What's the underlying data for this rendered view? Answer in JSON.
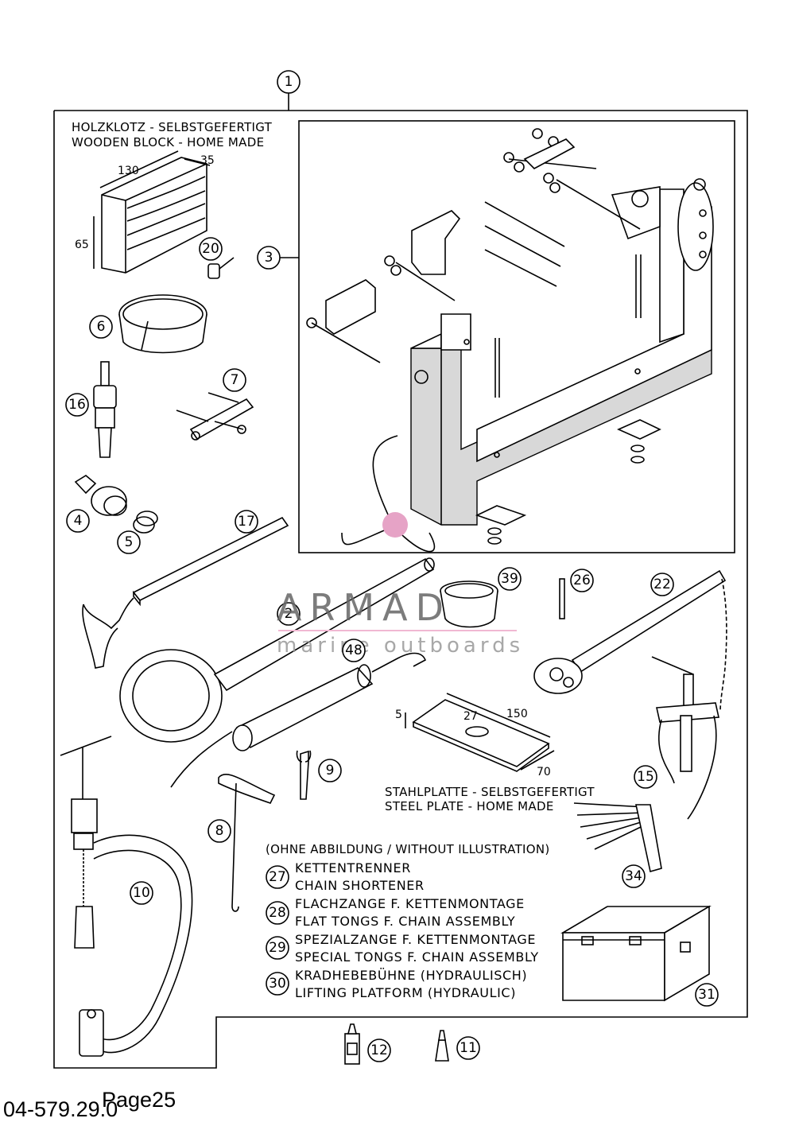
{
  "page": {
    "doc_number": "04-579.29.0",
    "page_label": "Page25"
  },
  "watermark": {
    "brand": "ARMADA",
    "tagline": "marine outboards",
    "logo_color": "#e8a7c8",
    "logo_center_color": "#e6a3c6"
  },
  "notes": {
    "wooden_block_de": "HOLZKLOTZ - SELBSTGEFERTIGT",
    "wooden_block_en": "WOODEN BLOCK - HOME MADE",
    "steel_plate_de": "STAHLPLATTE - SELBSTGEFERTIGT",
    "steel_plate_en": "STEEL PLATE - HOME MADE",
    "without_illustration": "(OHNE ABBILDUNG / WITHOUT ILLUSTRATION)"
  },
  "dimensions": {
    "block_length": "130",
    "block_width": "35",
    "block_height": "65",
    "plate_thickness": "5",
    "plate_hole": "27",
    "plate_length": "150",
    "plate_width": "70"
  },
  "callouts": {
    "c1": "1",
    "c2": "2",
    "c3": "3",
    "c4": "4",
    "c5": "5",
    "c6": "6",
    "c7": "7",
    "c8": "8",
    "c9": "9",
    "c10": "10",
    "c11": "11",
    "c12": "12",
    "c15": "15",
    "c16": "16",
    "c17": "17",
    "c20": "20",
    "c22": "22",
    "c26": "26",
    "c31": "31",
    "c34": "34",
    "c39": "39",
    "c48": "48"
  },
  "without_items": [
    {
      "num": "27",
      "de": "KETTENTRENNER",
      "en": "CHAIN SHORTENER"
    },
    {
      "num": "28",
      "de": "FLACHZANGE F. KETTENMONTAGE",
      "en": "FLAT TONGS F. CHAIN ASSEMBLY"
    },
    {
      "num": "29",
      "de": "SPEZIALZANGE F. KETTENMONTAGE",
      "en": "SPECIAL TONGS F. CHAIN ASSEMBLY"
    },
    {
      "num": "30",
      "de": "KRADHEBEBÜHNE (HYDRAULISCH)",
      "en": "LIFTING PLATFORM (HYDRAULIC)"
    }
  ]
}
